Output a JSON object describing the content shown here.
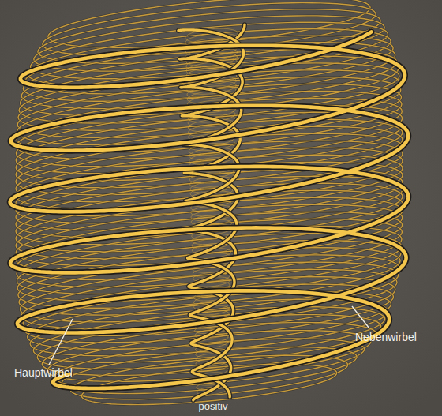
{
  "diagram": {
    "labels": [
      "Hauptwirbel",
      "Nebenwirbel",
      "positiv"
    ]
  }
}
